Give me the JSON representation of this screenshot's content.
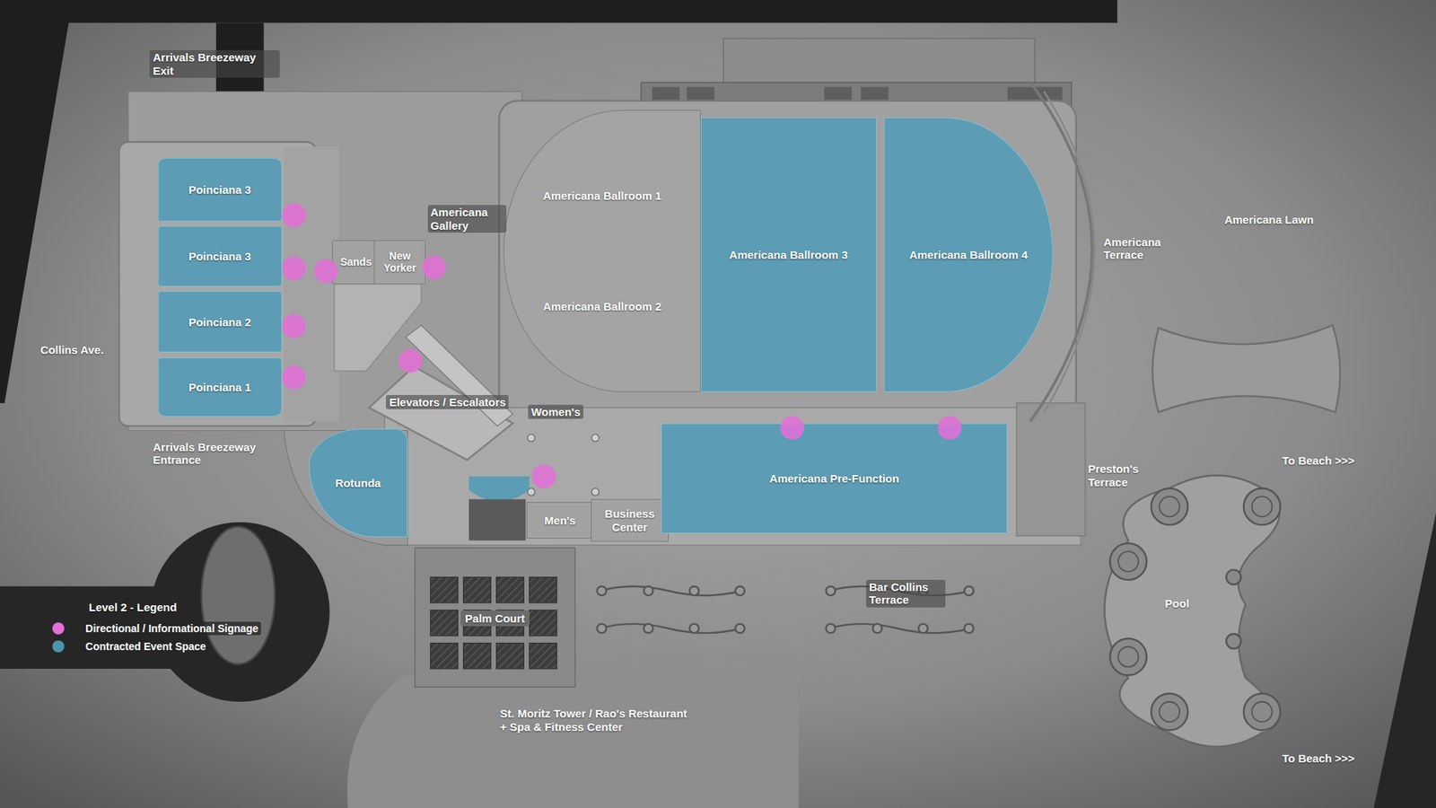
{
  "diagram": {
    "nodes": [
      {
        "text": [
          "Poinciana 3"
        ]
      },
      {
        "text": [
          "Poinciana 3"
        ]
      },
      {
        "text": [
          "Poinciana 2"
        ]
      },
      {
        "text": [
          "Poinciana 1"
        ]
      },
      {
        "text": [
          "Sands"
        ]
      },
      {
        "text": [
          "New Yorker"
        ]
      },
      {
        "text": [
          "Americana Ballroom 1",
          "Americana Ballroom 2"
        ]
      },
      {
        "text": [
          "Americana Ballroom 3"
        ]
      },
      {
        "text": [
          "Americana Ballroom 4"
        ]
      },
      {
        "text": [
          "Rotunda"
        ]
      },
      {
        "text": [
          "Men's"
        ]
      },
      {
        "text": [
          "Business Center"
        ]
      },
      {
        "text": [
          "Americana Pre-Function"
        ]
      },
      {
        "text": [
          "Palm Court"
        ]
      }
    ],
    "labels": [
      "Arrivals Breezeway Exit",
      "Americana Gallery",
      "Americana Terrace",
      "Americana Lawn",
      "Collins Ave.",
      "Elevators / Escalators",
      "Women's",
      "Arrivals Breezeway Entrance",
      "Preston's Terrace",
      "To Beach >>>",
      "Bar Collins Terrace",
      "Pool",
      "To Beach >>>",
      "St. Moritz Tower / Rao's Restaurant + Spa & Fitness Center",
      "Level 2 - Legend"
    ],
    "legend": [
      {
        "text": "Directional / Informational Signage",
        "color": "#e46fd8"
      },
      {
        "text": "Contracted Event Space",
        "color": "#4f93ab"
      }
    ]
  }
}
